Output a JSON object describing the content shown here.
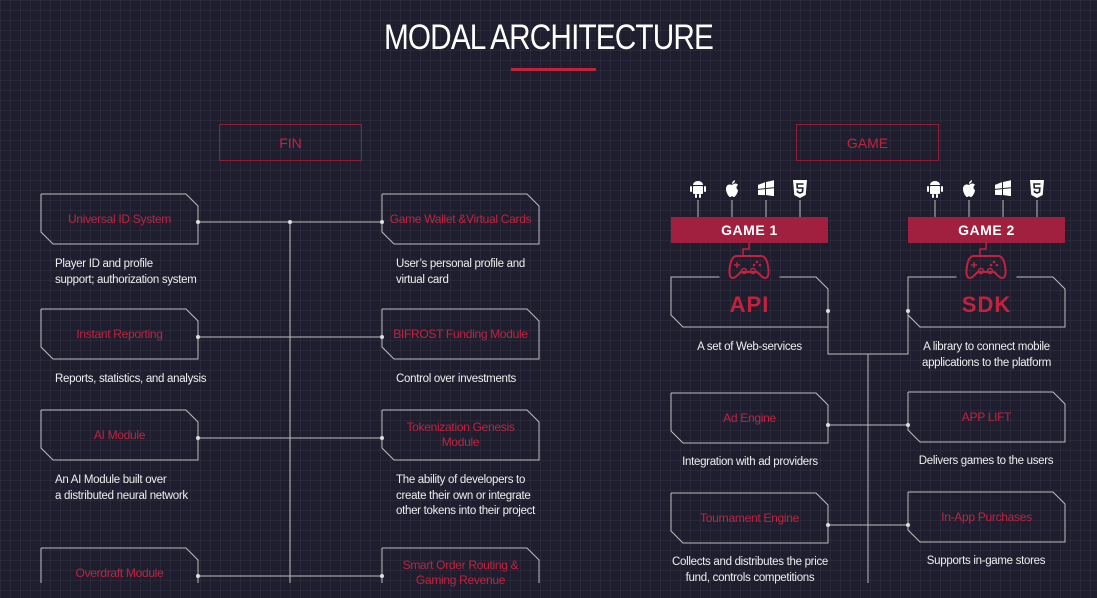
{
  "title": "MODAL ARCHITECTURE",
  "colors": {
    "accent": "#c4213f",
    "banner": "#a11f3f",
    "background": "#1f1e2f",
    "line": "#bfbfbf"
  },
  "fin": {
    "label": "FIN",
    "left": [
      {
        "title": "Universal ID System",
        "desc": "Player ID and profile\nsupport; authorization system"
      },
      {
        "title": "Instant Reporting",
        "desc": "Reports, statistics, and analysis"
      },
      {
        "title": "AI Module",
        "desc": "An AI Module built over\na distributed neural network"
      },
      {
        "title": "Overdraft Module",
        "desc": ""
      }
    ],
    "right": [
      {
        "title": "Game Wallet &Virtual Cards",
        "desc": "User’s personal profile and\nvirtual card"
      },
      {
        "title": "BIFROST Funding Module",
        "desc": "Control over investments"
      },
      {
        "title": "Tokenization Genesis\nModule",
        "desc": "The ability of developers to\ncreate their own or integrate\nother tokens into their project"
      },
      {
        "title": "Smart Order Routing &\nGaming Revenue",
        "desc": ""
      }
    ]
  },
  "game": {
    "label": "GAME",
    "platform_icons": [
      "android-icon",
      "apple-icon",
      "windows-icon",
      "html5-icon"
    ],
    "games": [
      {
        "banner": "GAME 1",
        "title": "API",
        "desc": "A set of Web-services"
      },
      {
        "banner": "GAME 2",
        "title": "SDK",
        "desc": "A library to connect mobile\napplications to the platform"
      }
    ],
    "left": [
      {
        "title": "Ad Engine",
        "desc": "Integration with ad providers"
      },
      {
        "title": "Tournament Engine",
        "desc": "Collects and distributes the price\nfund, controls competitions"
      }
    ],
    "right": [
      {
        "title": "APP LIFT",
        "desc": "Delivers games to the users"
      },
      {
        "title": "In-App Purchases",
        "desc": "Supports in-game stores"
      }
    ]
  }
}
